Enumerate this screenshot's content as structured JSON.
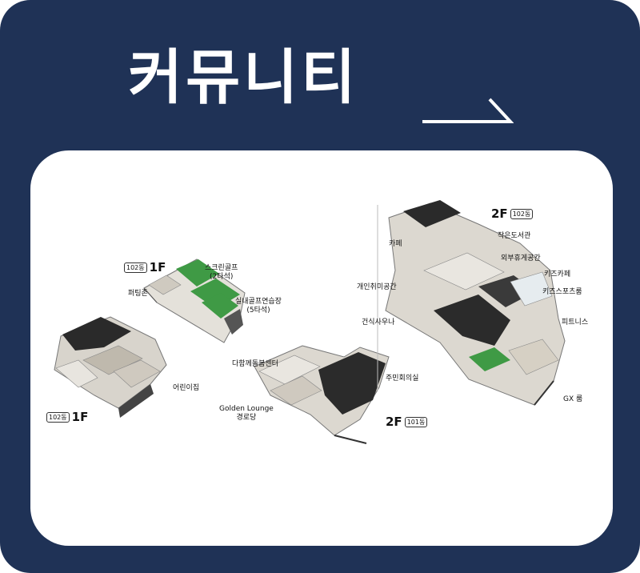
{
  "header": {
    "title": "커뮤니티"
  },
  "colors": {
    "frame": "#1f3256",
    "panel": "#ffffff",
    "green": "#3f9a45",
    "dark": "#262626"
  },
  "plans": {
    "a": {
      "badge": "102동",
      "floor": "1F",
      "labels": {
        "screen_golf": "스크린골프\n(2타석)",
        "putting": "퍼팅존",
        "indoor_golf": "실내골프연습장\n(5타석)"
      }
    },
    "b": {
      "badge": "102동",
      "floor": "1F",
      "labels": {
        "daycare": "어린이집"
      }
    },
    "c": {
      "badge": "101동",
      "floor": "2F",
      "labels": {
        "care_center": "다함께돌봄센터",
        "residents": "주민회의실",
        "golden": "Golden Lounge\n경로당"
      }
    },
    "d": {
      "badge": "102동",
      "floor": "2F",
      "labels": {
        "cafe": "카페",
        "library": "작은도서관",
        "rest": "외부휴게공간",
        "kids_cafe": "키즈카페",
        "hobby": "개인취미공간",
        "kids_sports": "키즈스포츠룸",
        "sauna": "건식사우나",
        "fitness": "피트니스",
        "gx": "GX 룸"
      }
    }
  }
}
